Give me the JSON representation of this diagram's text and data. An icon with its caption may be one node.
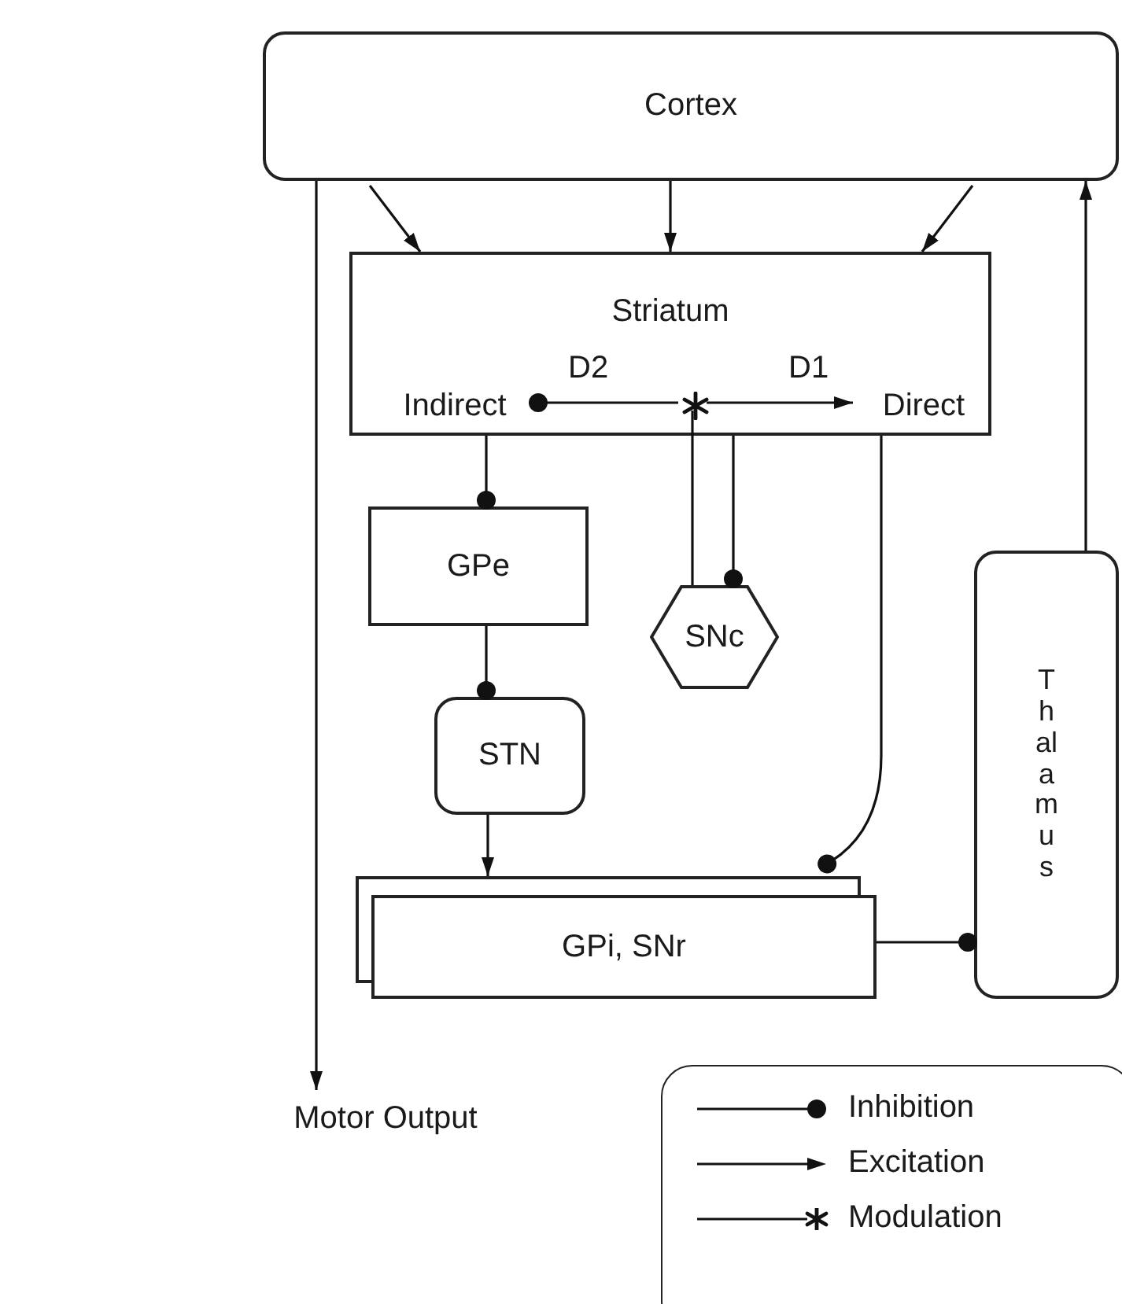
{
  "diagram": {
    "nodes": [
      {
        "text": [
          "Cortex"
        ]
      },
      {
        "text": [
          "Striatum"
        ]
      },
      {
        "text": [
          "Indirect"
        ],
        "in": 1
      },
      {
        "text": [
          "Direct"
        ],
        "in": 1
      },
      {
        "text": [],
        "shape": "asterisk",
        "in": 1
      },
      {
        "text": [
          "GPe"
        ]
      },
      {
        "text": [
          "SNc"
        ]
      },
      {
        "text": [
          "STN"
        ]
      },
      {
        "text": [
          "GPi, SNr"
        ]
      },
      {
        "text": [
          "Thalamus"
        ]
      },
      {
        "text": [
          "Motor Output"
        ]
      }
    ],
    "edges": [
      {
        "from": 0,
        "to": 1,
        "arrow": "to"
      },
      {
        "from": 0,
        "to": 1,
        "arrow": "to"
      },
      {
        "from": 0,
        "to": 1,
        "arrow": "to"
      },
      {
        "from": 0,
        "to": 10,
        "arrow": "to"
      },
      {
        "from": 9,
        "to": 0,
        "arrow": "to"
      },
      {
        "from": 4,
        "to": 2,
        "arrow": "other",
        "label": "D2"
      },
      {
        "from": 4,
        "to": 3,
        "arrow": "to",
        "label": "D1"
      },
      {
        "from": 6,
        "to": 4,
        "arrow": "none"
      },
      {
        "from": 1,
        "to": 6,
        "arrow": "other"
      },
      {
        "from": 1,
        "to": 5,
        "arrow": "other"
      },
      {
        "from": 5,
        "to": 7,
        "arrow": "other"
      },
      {
        "from": 7,
        "to": 8,
        "arrow": "to"
      },
      {
        "from": 1,
        "to": 8,
        "arrow": "other"
      },
      {
        "from": 8,
        "to": 9,
        "arrow": "other"
      }
    ],
    "legend": [
      {
        "text": "Inhibition"
      },
      {
        "text": "Excitation"
      },
      {
        "text": "Modulation"
      }
    ]
  }
}
